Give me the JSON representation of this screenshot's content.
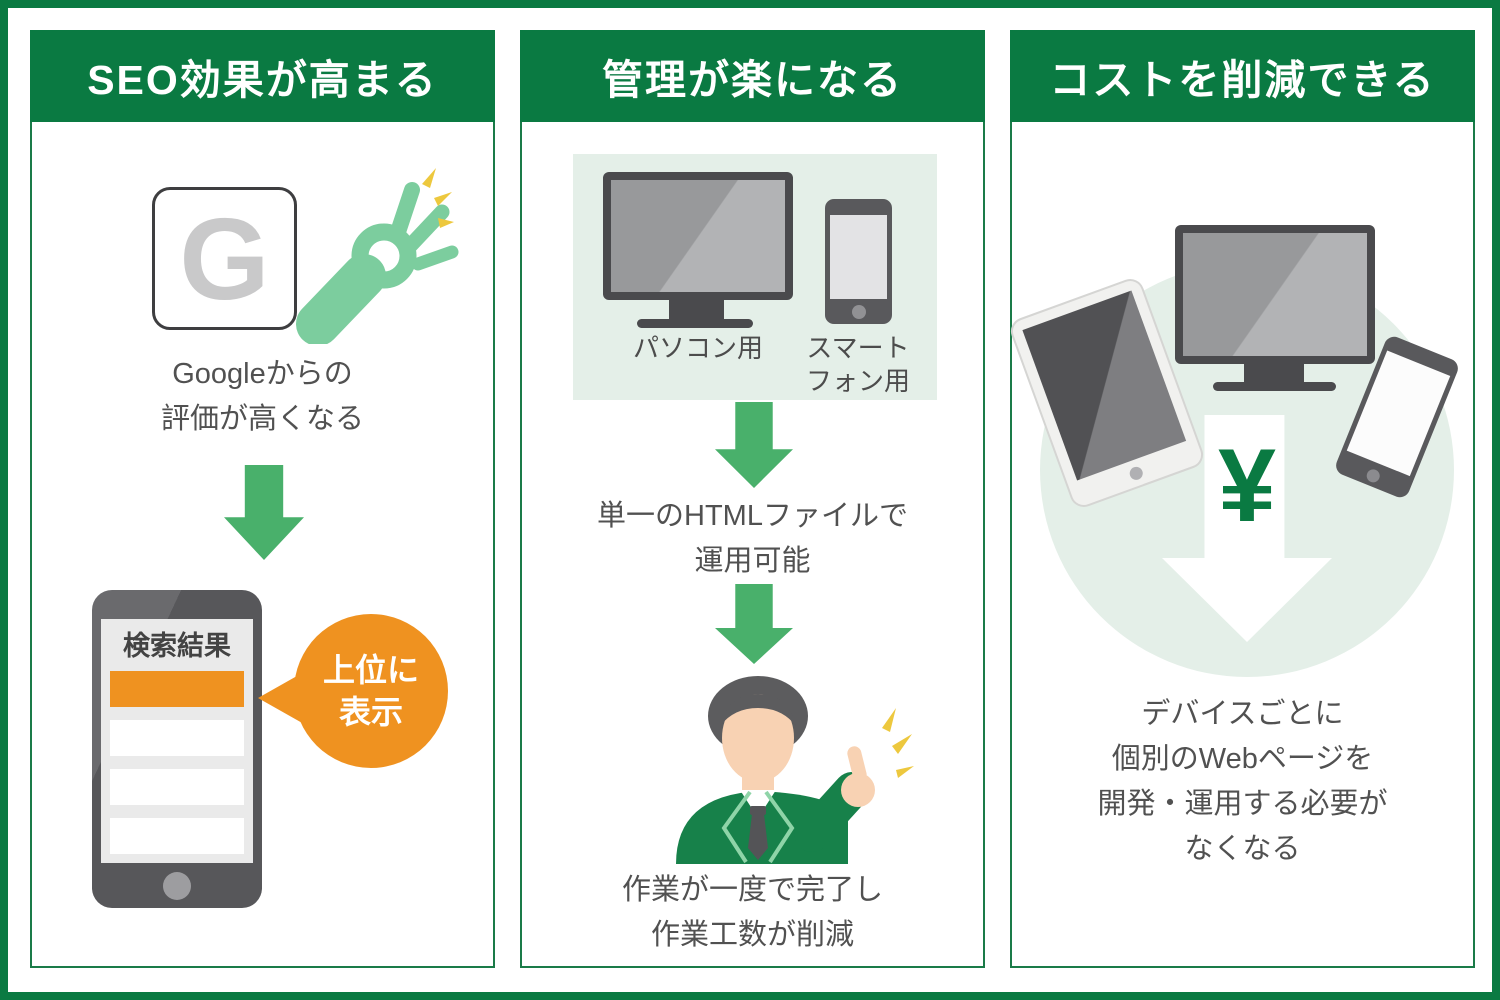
{
  "colors": {
    "frame-green": "#0a7a42",
    "header-green": "#0a7a42",
    "border-green": "#1a7b48",
    "panel-green": "#e4efe8",
    "arrow-green": "#49b06b",
    "hand-green": "#7ccd9e",
    "suit-green": "#17814a",
    "lapel-green": "#8fd4a8",
    "skin": "#f8d2b3",
    "hair": "#5c5c5e",
    "orange": "#ef9220",
    "yellow": "#edc83e",
    "text-gray": "#515151",
    "device-dark": "#4a4a4d",
    "device-mid": "#59595c",
    "g-gray": "#c9c9ca"
  },
  "columns": [
    {
      "title": "SEO効果が高まる",
      "google_letter": "G",
      "caption_lines": [
        "Googleからの",
        "評価が高くなる"
      ],
      "phone_header": "検索結果",
      "bubble_lines": [
        "上位に",
        "表示"
      ]
    },
    {
      "title": "管理が楽になる",
      "pc_label": "パソコン用",
      "sp_label_lines": [
        "スマート",
        "フォン用"
      ],
      "caption1_lines": [
        "単一のHTMLファイルで",
        "運用可能"
      ],
      "caption2_lines": [
        "作業が一度で完了し",
        "作業工数が削減"
      ]
    },
    {
      "title": "コストを削減できる",
      "yen": "¥",
      "caption_lines": [
        "デバイスごとに",
        "個別のWebページを",
        "開発・運用する必要が",
        "なくなる"
      ]
    }
  ]
}
